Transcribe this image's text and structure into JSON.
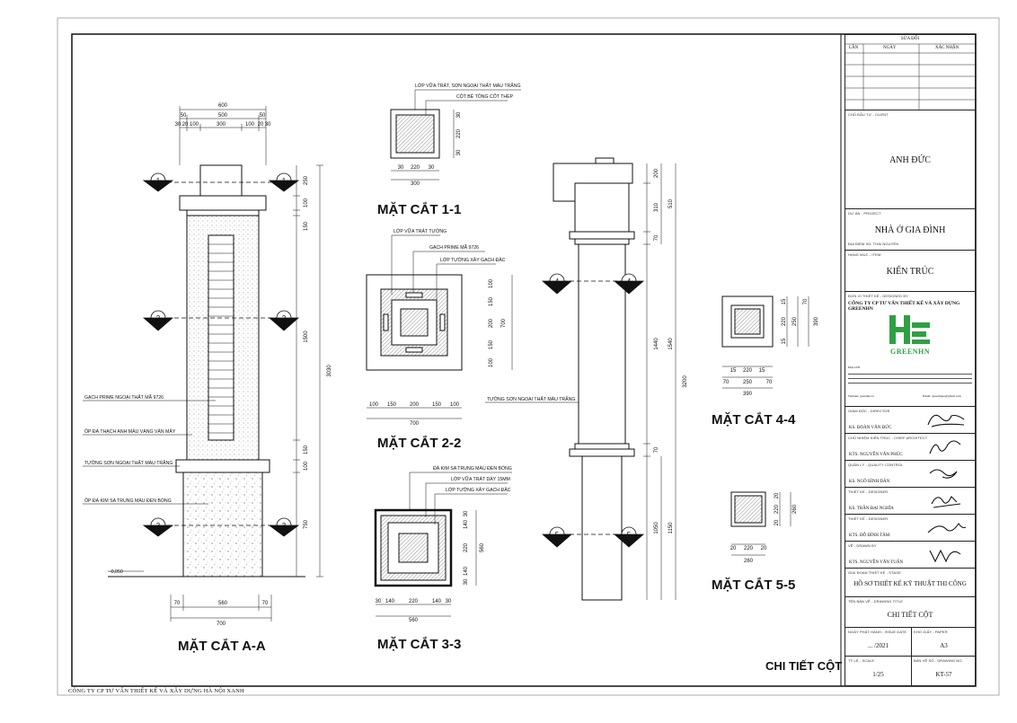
{
  "sheet": {
    "footer": "CÔNG TY CP TƯ VẤN THIẾT KẾ VÀ XÂY DỰNG HÀ NỘI XANH",
    "main_title": "CHI TIẾT CỘT"
  },
  "sections": {
    "aa": "MẶT CẮT A-A",
    "s11": "MẶT CẮT 1-1",
    "s22": "MẶT CẮT 2-2",
    "s33": "MẶT CẮT 3-3",
    "s44": "MẶT CẮT 4-4",
    "s55": "MẶT CẮT 5-5"
  },
  "labels": {
    "aa_note1": "GẠCH PRIME NGOẠI THẤT MÃ 9726",
    "aa_note2": "ỐP ĐÁ THẠCH ANH MÀU VÀNG VÂN MÂY",
    "aa_note3": "TƯỜNG SƠN NGOẠI THẤT MÀU TRẮNG",
    "aa_note4": "ỐP ĐÁ KIM SA TRUNG MÀU ĐEN BÓNG",
    "s11_note1": "LỚP VỮA TRÁT, SƠN NGOẠI THẤT MÀU TRẮNG",
    "s11_note2": "CỘT BÊ TÔNG CỐT THÉP",
    "s22_note1": "LỚP VỮA TRÁT TƯỜNG",
    "s22_note2": "GẠCH PRIME MÃ 9726",
    "s22_note3": "LỚP TƯỜNG XÂY GẠCH ĐẶC",
    "s33_note1": "ĐÁ KIM SA TRUNG MÀU ĐEN BÓNG",
    "s33_note2": "LỚP VỮA TRÁT DÀY 15MM",
    "s33_note3": "LỚP TƯỜNG XÂY GẠCH ĐẶC",
    "side_note": "TƯỜNG SƠN NGOẠI THẤT MÀU TRẮNG",
    "level": "-0,050"
  },
  "dims": {
    "aa_top": [
      "600",
      "500",
      "50",
      "50",
      "30",
      "20",
      "100",
      "300",
      "100",
      "20",
      "30"
    ],
    "aa_right": [
      "250",
      "100",
      "150",
      "1500",
      "150",
      "100",
      "750",
      "3030"
    ],
    "aa_bottom": [
      "560",
      "70",
      "70",
      "700"
    ],
    "s11": [
      "30",
      "220",
      "30",
      "30",
      "220",
      "30",
      "300"
    ],
    "s22": [
      "100",
      "150",
      "200",
      "150",
      "100",
      "700"
    ],
    "s33": [
      "30",
      "140",
      "220",
      "140",
      "30",
      "560"
    ],
    "s44": [
      "15",
      "220",
      "15",
      "70",
      "250",
      "70",
      "390"
    ],
    "s55": [
      "20",
      "220",
      "20",
      "260"
    ],
    "side": [
      "200",
      "310",
      "510",
      "70",
      "1440",
      "1540",
      "3200",
      "70",
      "1050",
      "1150"
    ]
  },
  "cut_markers": [
    "1",
    "2",
    "3",
    "4",
    "5"
  ],
  "title_block": {
    "rev_title": "SỬA ĐỔI",
    "rev_cols": [
      "LẦN",
      "NGÀY",
      "XÁC NHẬN"
    ],
    "owner_lbl": "CHỦ ĐẦU TƯ - CLIENT",
    "owner": "ANH ĐỨC",
    "project_lbl": "DỰ ÁN - PROJECT",
    "project": "NHÀ Ở GIA ĐÌNH",
    "location_lbl": "ĐỊA ĐIỂM XD: THÁI NGUYÊN",
    "phase_lbl": "HẠNG MỤC - ITEM",
    "phase": "KIẾN TRÚC",
    "designer_lbl": "ĐƠN VỊ THIẾT KẾ - DESIGNED BY",
    "company": "CÔNG TY CP TƯ VẤN THIẾT KẾ VÀ XÂY DỰNG GREENHN",
    "logo_text": "GREENHN",
    "address_lbl": "ĐỊA CHỈ",
    "website": "Website: greenhn.vn",
    "email": "Email: greenhnpe@gmail.com",
    "roles": [
      {
        "role": "GIÁM ĐỐC - DIRECTOR",
        "name": "KS. ĐOÀN VĂN ĐỨC"
      },
      {
        "role": "CHỦ NHIỆM KIẾN TRÚC - CHIEF ARCHITECT",
        "name": "KTS. NGUYỄN VĂN PHÚC"
      },
      {
        "role": "QUẢN LÝ - QUALITY CONTROL",
        "name": "KS. NGÔ BÌNH DÂN"
      },
      {
        "role": "THIẾT KẾ - DESIGNER",
        "name": "KS. TRẦN ĐẠI NGHĨA"
      },
      {
        "role": "THIẾT KẾ - DESIGNER",
        "name": "KTS. ĐỖ ĐÌNH TÂM"
      },
      {
        "role": "VẼ - DRAWN BY",
        "name": "KTS. NGUYỄN VĂN TUẤN"
      }
    ],
    "stage_lbl": "GIAI ĐOẠN THIẾT KẾ - STAGE",
    "stage": "HỒ SƠ THIẾT KẾ KỸ THUẬT THI CÔNG",
    "drawing_lbl": "TÊN BẢN VẼ - DRAWING TITLE",
    "drawing": "CHI TIẾT CỘT",
    "date_lbl": "NGÀY PHÁT HÀNH - ISSUE DATE",
    "date": "... /2021",
    "size_lbl": "KHỔ GIẤY - PAPER",
    "size": "A3",
    "scale_lbl": "TỶ LỆ - SCALE",
    "scale": "1/25",
    "number_lbl": "BẢN VẼ SỐ - DRAWING NO.",
    "number": "KT-57"
  }
}
